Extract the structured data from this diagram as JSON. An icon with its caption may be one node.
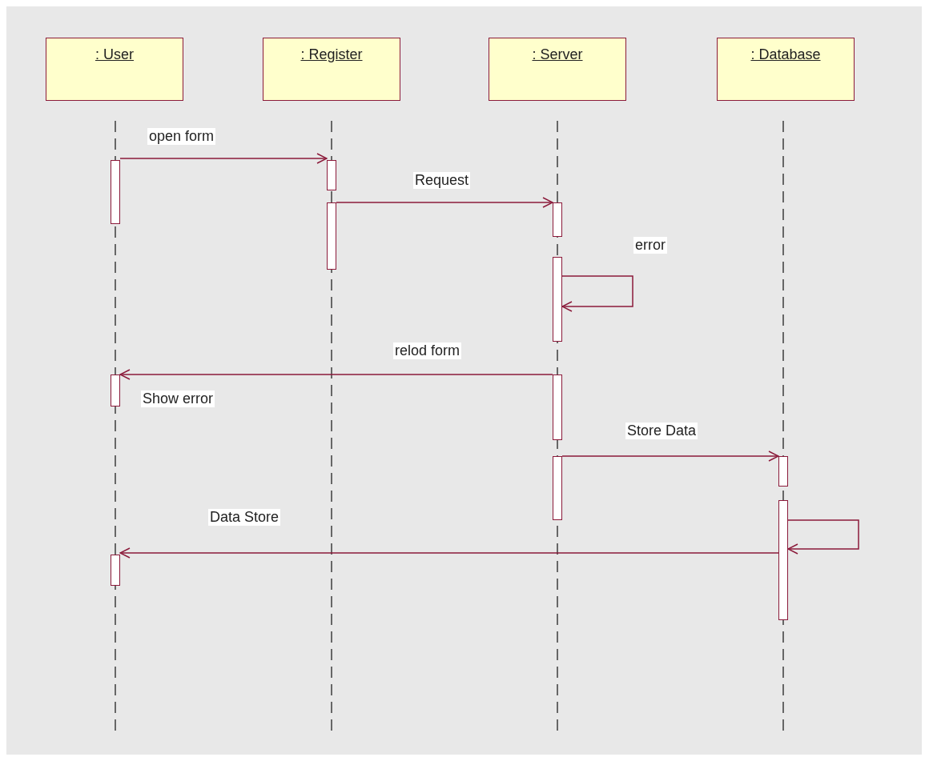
{
  "diagram": {
    "nodes": [
      {
        "text": [
          ": User"
        ]
      },
      {
        "text": [
          ": Register"
        ]
      },
      {
        "text": [
          ": Server"
        ]
      },
      {
        "text": [
          ": Database"
        ]
      },
      {
        "text": [],
        "shape": "bar"
      },
      {
        "text": [],
        "shape": "bar",
        "beside": [
          "Show error"
        ]
      },
      {
        "text": [],
        "shape": "bar"
      },
      {
        "text": [],
        "shape": "bar"
      },
      {
        "text": [],
        "shape": "bar"
      },
      {
        "text": [],
        "shape": "bar"
      },
      {
        "text": [],
        "shape": "bar"
      },
      {
        "text": [],
        "shape": "bar"
      },
      {
        "text": [],
        "shape": "bar"
      },
      {
        "text": [],
        "shape": "bar"
      },
      {
        "text": [],
        "shape": "bar"
      }
    ],
    "edges": [
      {
        "from": 4,
        "to": 7,
        "arrow": "to",
        "label": "open form"
      },
      {
        "from": 8,
        "to": 9,
        "arrow": "to",
        "label": "Request"
      },
      {
        "from": 10,
        "to": 10,
        "arrow": "to",
        "label": "error"
      },
      {
        "from": 11,
        "to": 5,
        "arrow": "to",
        "label": "relod form"
      },
      {
        "from": 12,
        "to": 13,
        "arrow": "to",
        "label": "Store Data"
      },
      {
        "from": 14,
        "to": 14,
        "arrow": "to"
      },
      {
        "from": 14,
        "to": 6,
        "arrow": "to",
        "label": "Data Store"
      }
    ]
  }
}
